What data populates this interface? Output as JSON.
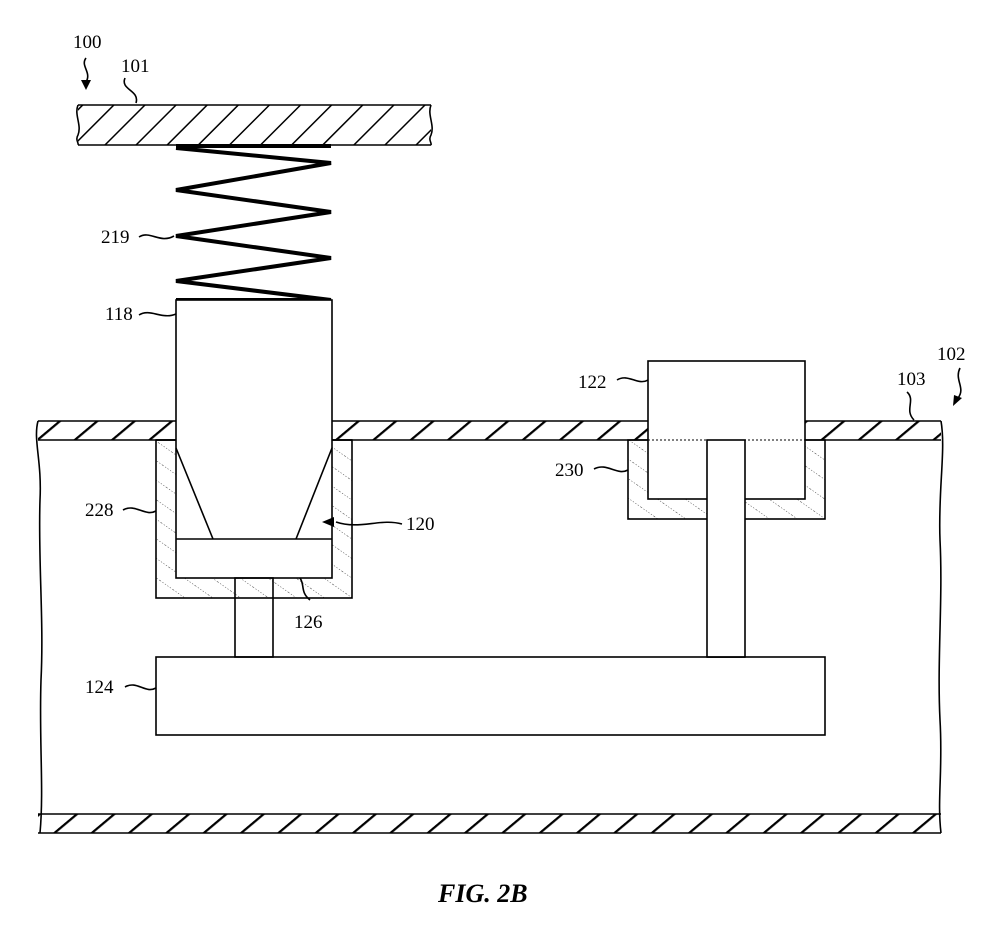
{
  "figure": {
    "caption": "FIG. 2B",
    "reference_labels": {
      "r100": "100",
      "r101": "101",
      "r102": "102",
      "r103": "103",
      "r118": "118",
      "r120": "120",
      "r122": "122",
      "r124": "124",
      "r126": "126",
      "r219": "219",
      "r228": "228",
      "r230": "230"
    }
  }
}
